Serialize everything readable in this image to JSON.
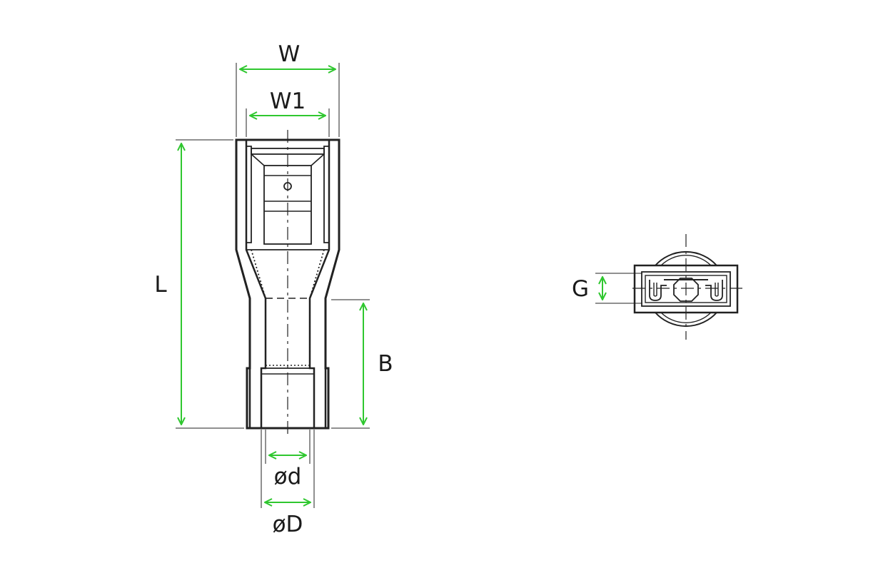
{
  "labels": {
    "W": "W",
    "W1": "W1",
    "L": "L",
    "B": "B",
    "d": "ød",
    "D": "øD",
    "G": "G"
  },
  "colors": {
    "dimension": "#2fc72f",
    "ink": "#222222",
    "background": "#ffffff"
  }
}
